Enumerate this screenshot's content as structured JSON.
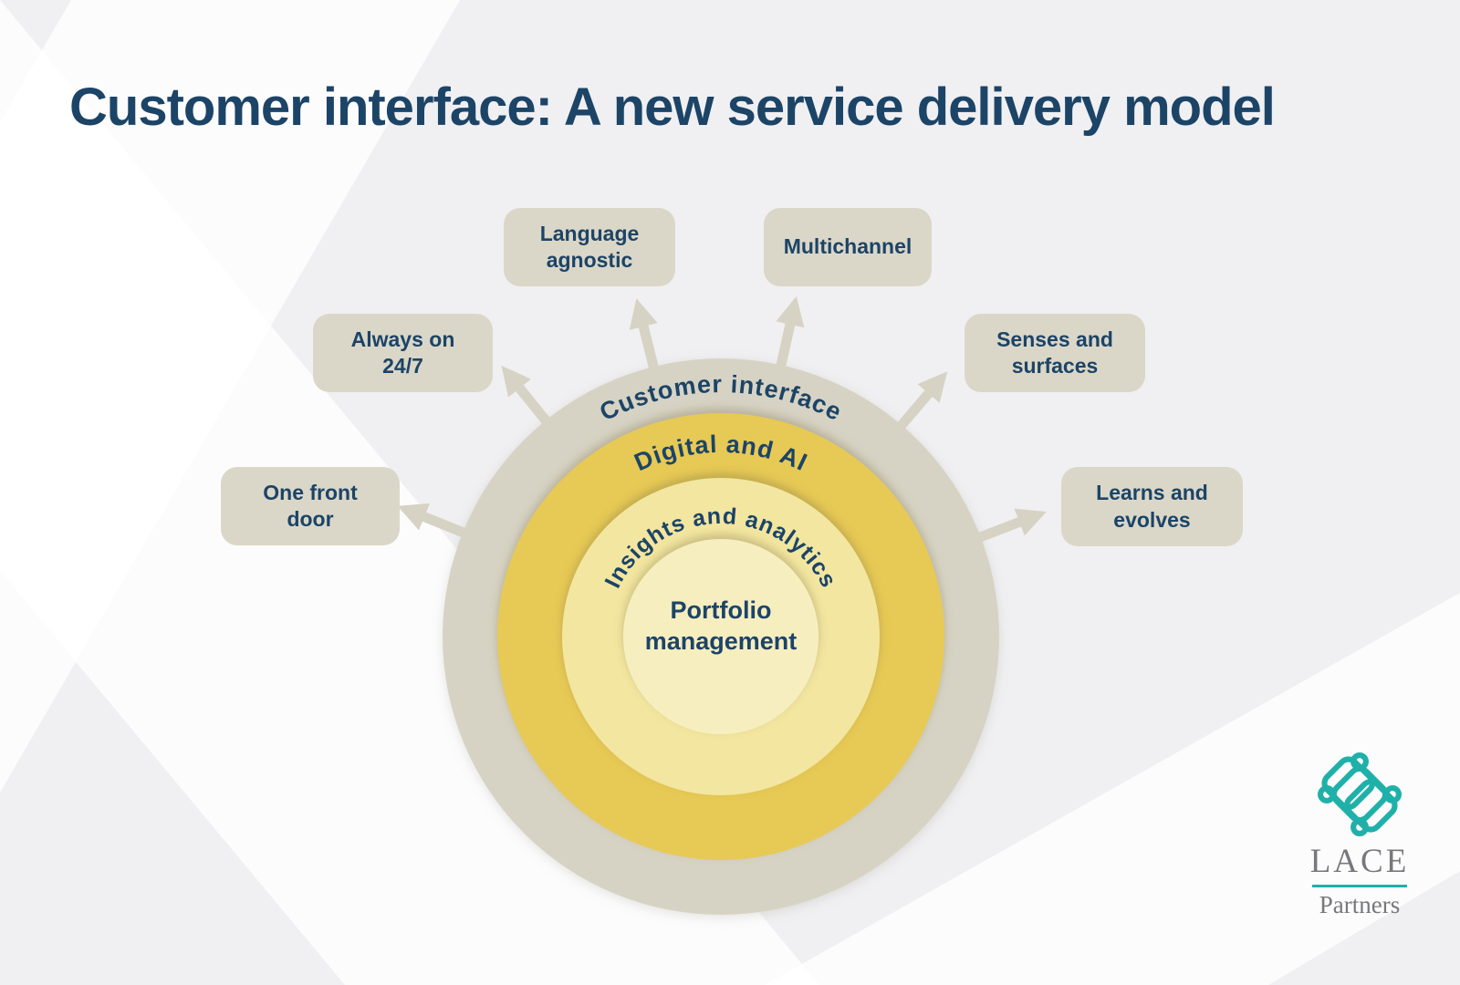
{
  "title": "Customer interface: A new service delivery model",
  "diagram": {
    "rings": [
      {
        "label": "Customer interface",
        "color": "#d7d3c4"
      },
      {
        "label": "Digital and AI",
        "color": "#e7c954"
      },
      {
        "label": "Insights and analytics",
        "color": "#f3e6a0"
      }
    ],
    "center": {
      "label": "Portfolio management",
      "color": "#f7eec0"
    }
  },
  "callouts": [
    {
      "id": "language-agnostic",
      "label": "Language agnostic"
    },
    {
      "id": "multichannel",
      "label": "Multichannel"
    },
    {
      "id": "always-on-24-7",
      "label": "Always on 24/7"
    },
    {
      "id": "senses-and-surfaces",
      "label": "Senses and surfaces"
    },
    {
      "id": "one-front-door",
      "label": "One front door"
    },
    {
      "id": "learns-and-evolves",
      "label": "Learns and evolves"
    }
  ],
  "logo": {
    "name": "LACE",
    "subtitle": "Partners",
    "icon": "celtic-knot-icon",
    "accent_color": "#1fb1a9",
    "text_color": "#77787b"
  },
  "palette": {
    "background": "#f0f0f2",
    "watermark": "#ffffff",
    "navy_text": "#1c4467",
    "callout_fill": "#dbd7c8",
    "arrow": "#d7d3c4"
  }
}
